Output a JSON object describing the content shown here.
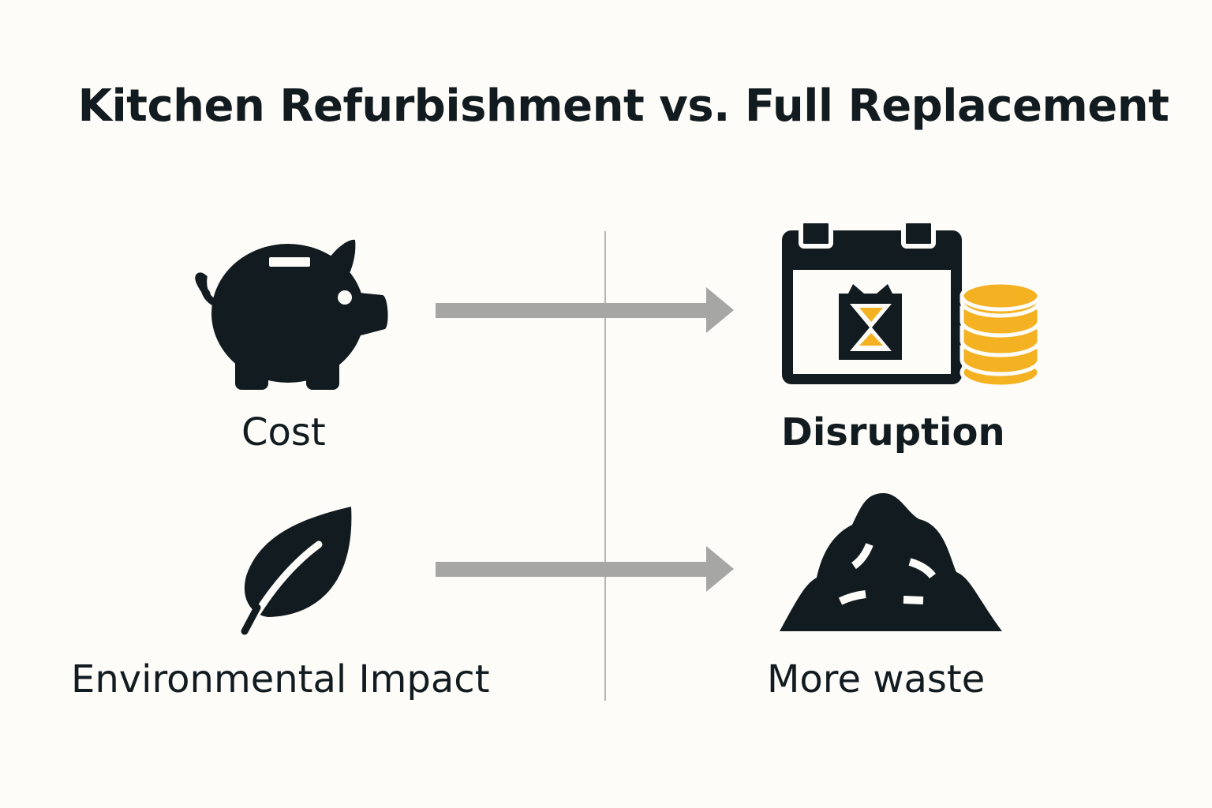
{
  "title": "Kitchen Refurbishment vs. Full Replacement",
  "colors": {
    "ink": "#121c20",
    "accent": "#f4b223",
    "arrow": "#a6a6a4",
    "background": "#fdfcf8"
  },
  "rows": [
    {
      "left": {
        "label": "Cost",
        "icon": "piggy-bank-icon"
      },
      "right": {
        "label": "Disruption",
        "icon": "calendar-hourglass-coins-icon"
      }
    },
    {
      "left": {
        "label": "Environmental Impact",
        "icon": "leaf-icon"
      },
      "right": {
        "label": "More waste",
        "icon": "waste-pile-icon"
      }
    }
  ]
}
